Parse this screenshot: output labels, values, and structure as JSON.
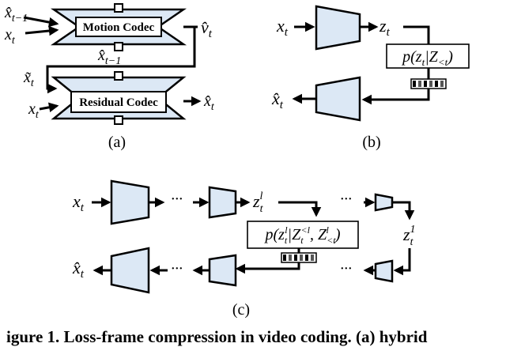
{
  "panel_a": {
    "in_x_hat_prev": "x̂t−1",
    "in_x_top": "xt",
    "motion_codec": "Motion Codec",
    "out_v_hat": "v̂t",
    "mid_x_hat_prev": "x̂t−1",
    "in_x_tilde": "x̃t",
    "in_x_bottom": "xt",
    "residual_codec": "Residual Codec",
    "out_x_hat": "x̂t",
    "label": "(a)"
  },
  "panel_b": {
    "in_x": "xt",
    "latent_z": "zt",
    "prior": "p(zt|Z<t)",
    "out_x_hat": "x̂t",
    "label": "(b)"
  },
  "panel_c": {
    "in_x": "xt",
    "dots_1": "···",
    "latent_zl": "ztl",
    "dots_2": "···",
    "prior": "p(ztl|Zt<l, Z<tl)",
    "latent_z1": "zt1",
    "out_x_hat": "x̂t",
    "dots_3": "···",
    "dots_4": "···",
    "label": "(c)"
  },
  "caption": "igure 1. Loss-frame compression in video coding. (a) hybrid"
}
